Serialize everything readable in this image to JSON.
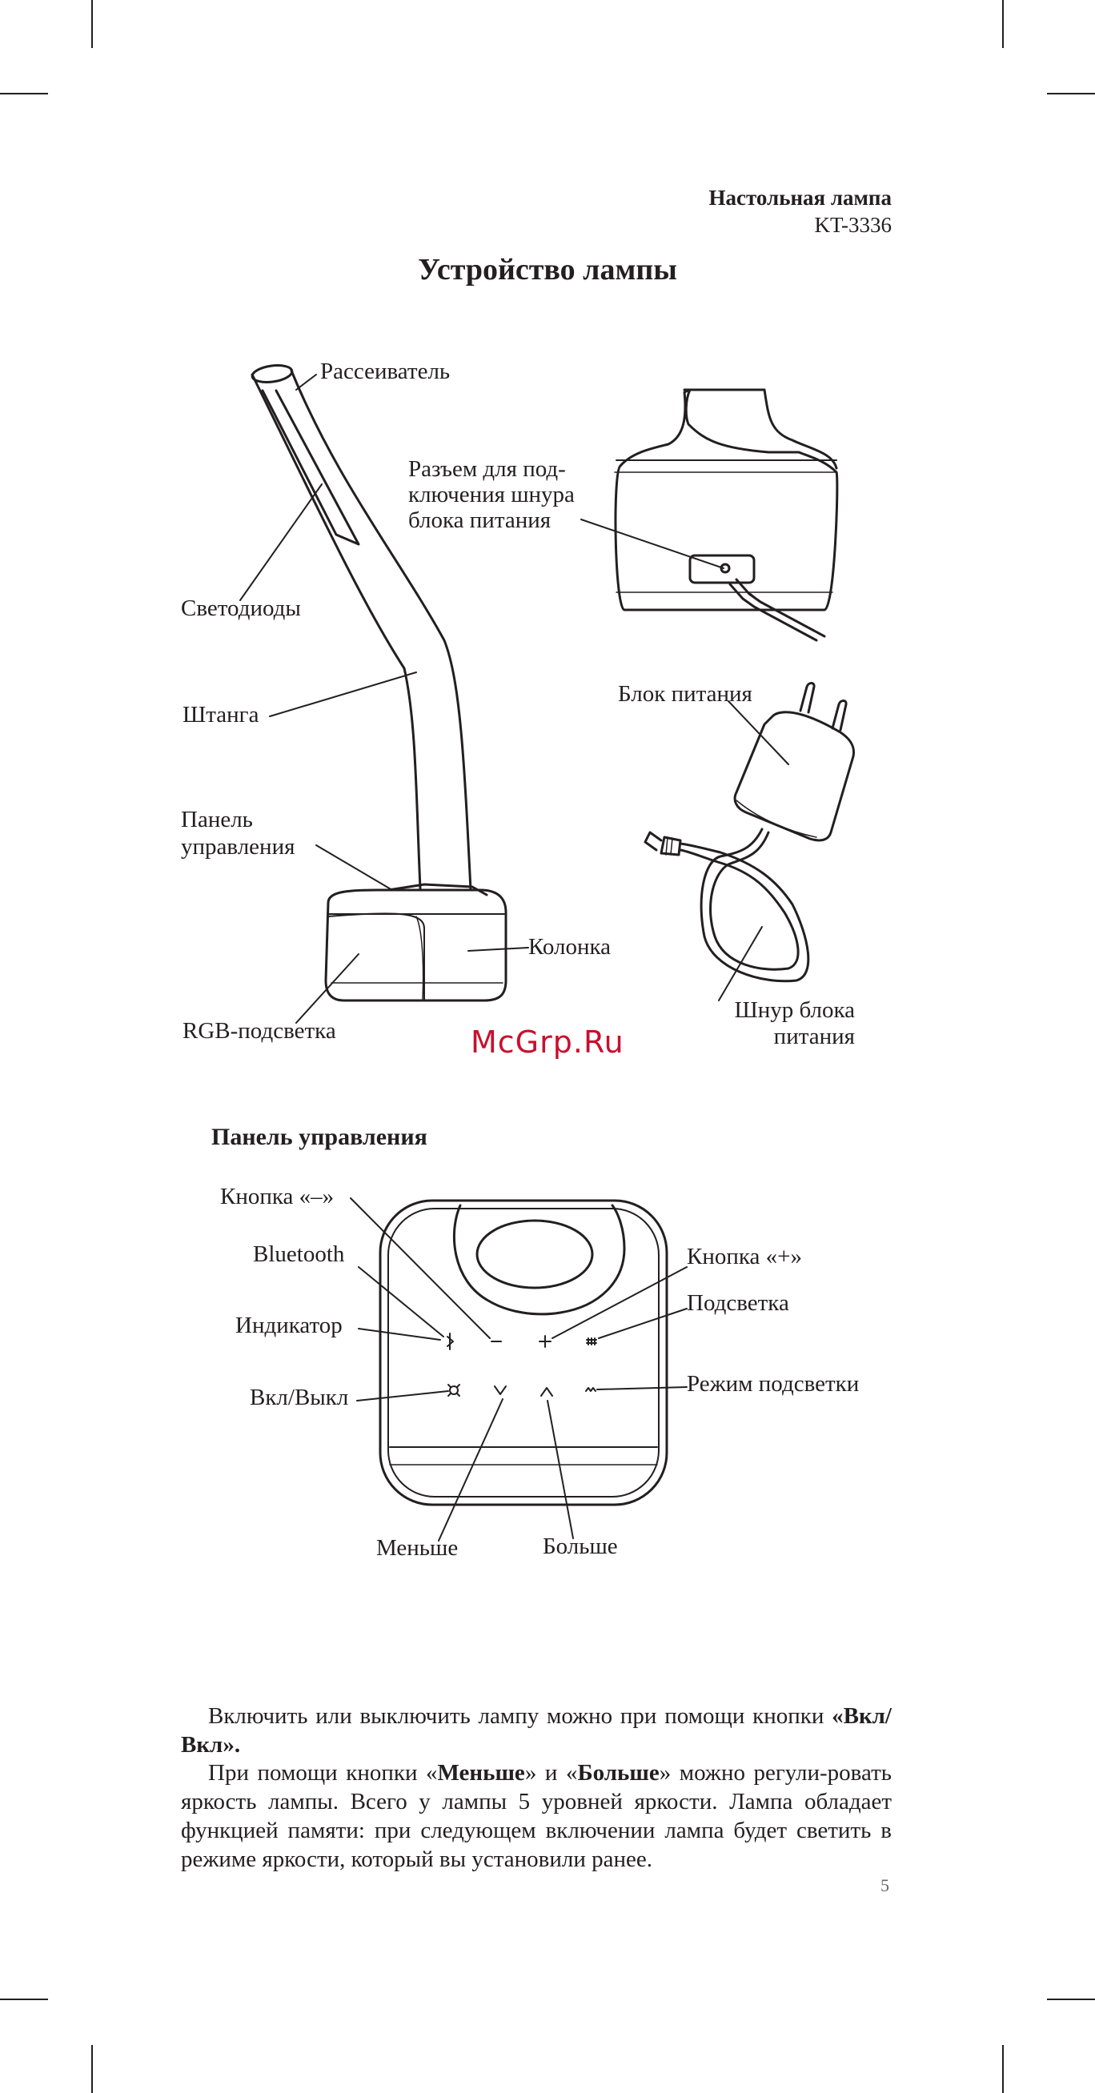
{
  "header": {
    "product": "Настольная лампа",
    "model": "KT-3336"
  },
  "title": "Устройство лампы",
  "lamp_labels": {
    "diffuser": "Рассеиватель",
    "leds": "Светодиоды",
    "rod": "Штанга",
    "panel_line1": "Панель",
    "panel_line2": "управления",
    "rgb": "RGB-подсветка",
    "speaker": "Колонка",
    "socket_line1": "Разъем для под-",
    "socket_line2": "ключения шнура",
    "socket_line3": "блока питания",
    "psu": "Блок питания",
    "cord_line1": "Шнур блока",
    "cord_line2": "питания"
  },
  "watermark": "McGrp.Ru",
  "control_panel": {
    "heading": "Панель управления",
    "minus_button": "Кнопка «–»",
    "bluetooth": "Bluetooth",
    "indicator": "Индикатор",
    "power": "Вкл/Выкл",
    "plus_button": "Кнопка «+»",
    "backlight": "Подсветка",
    "backlight_mode": "Режим подсветки",
    "less": "Меньше",
    "more": "Больше"
  },
  "body": {
    "p1_text": "Включить или выключить лампу можно при помощи кнопки ",
    "p1_bold": "«Вкл/Вкл».",
    "p2_a": "При помощи кнопки «",
    "p2_less": "Меньше",
    "p2_b": "» и «",
    "p2_more": "Больше",
    "p2_c": "» можно регули-ровать яркость лампы. Всего у лампы 5 уровней яркости. Лампа обладает функцией памяти: при следующем включении лампа будет светить в режиме яркости, который вы установили ранее."
  },
  "page_number": "5"
}
